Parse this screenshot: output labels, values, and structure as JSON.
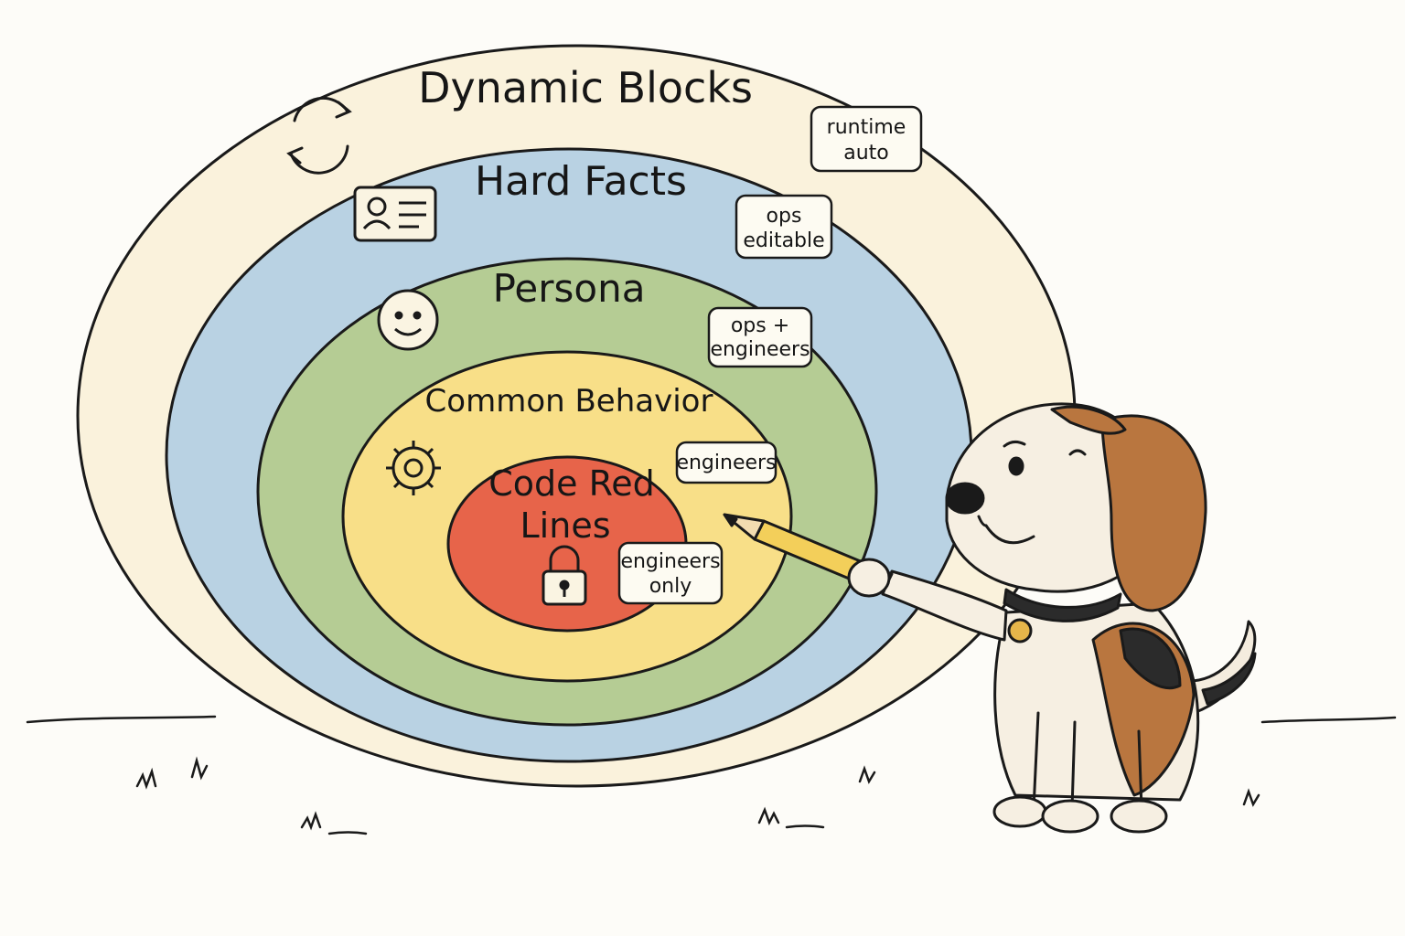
{
  "diagram": {
    "layers": [
      {
        "id": "dynamic",
        "title": "Dynamic Blocks",
        "tag": [
          "runtime",
          "auto"
        ],
        "icon": "refresh-cycle-icon",
        "color": "#faf2dc"
      },
      {
        "id": "hard",
        "title": "Hard Facts",
        "tag": [
          "ops",
          "editable"
        ],
        "icon": "id-card-icon",
        "color": "#b9d2e3"
      },
      {
        "id": "persona",
        "title": "Persona",
        "tag": [
          "ops +",
          "engineers"
        ],
        "icon": "smiley-face-icon",
        "color": "#b5cc94"
      },
      {
        "id": "common",
        "title": "Common Behavior",
        "tag": [
          "engineers"
        ],
        "icon": "gear-icon",
        "color": "#f8df88"
      },
      {
        "id": "codered",
        "title": [
          "Code Red",
          "Lines"
        ],
        "tag": [
          "engineers",
          "only"
        ],
        "icon": "padlock-icon",
        "color": "#e7644a"
      }
    ],
    "mascot": {
      "icon": "beagle-dog-with-pencil-icon"
    }
  }
}
